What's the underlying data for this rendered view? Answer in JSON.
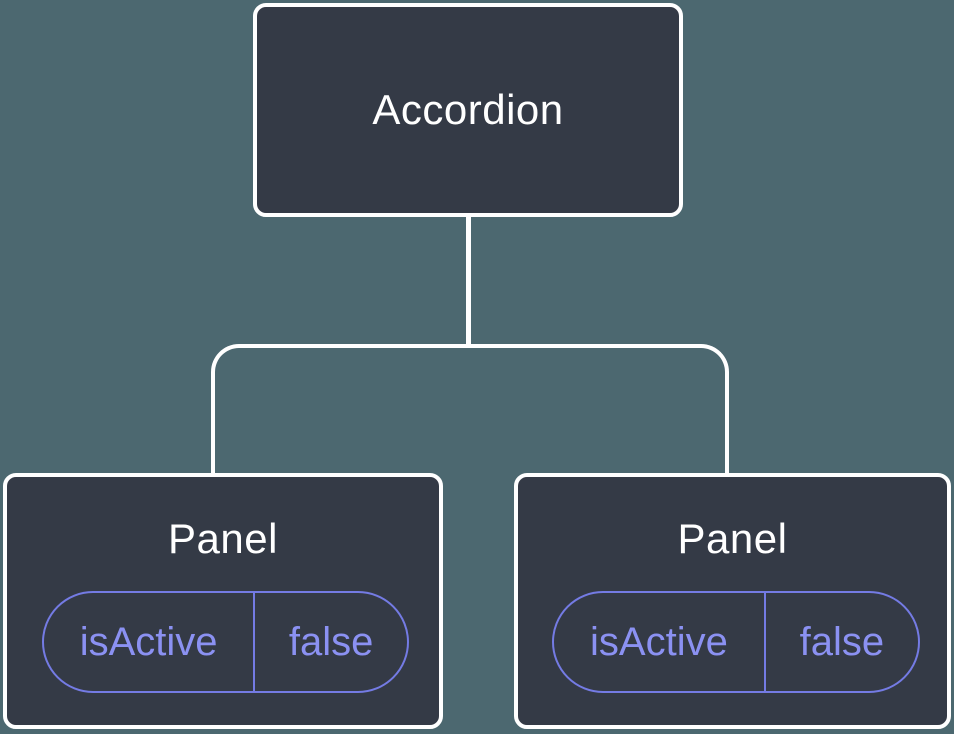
{
  "diagram": {
    "type": "component-tree",
    "root": {
      "label": "Accordion"
    },
    "panels": [
      {
        "label": "Panel",
        "state": {
          "key": "isActive",
          "value": "false"
        }
      },
      {
        "label": "Panel",
        "state": {
          "key": "isActive",
          "value": "false"
        }
      }
    ]
  },
  "colors": {
    "background": "#4c6870",
    "node_fill": "#343a46",
    "node_border": "#ffffff",
    "node_text": "#ffffff",
    "connector": "#ffffff",
    "state_pill_border": "#747be4",
    "state_pill_text": "#8b91f2"
  }
}
